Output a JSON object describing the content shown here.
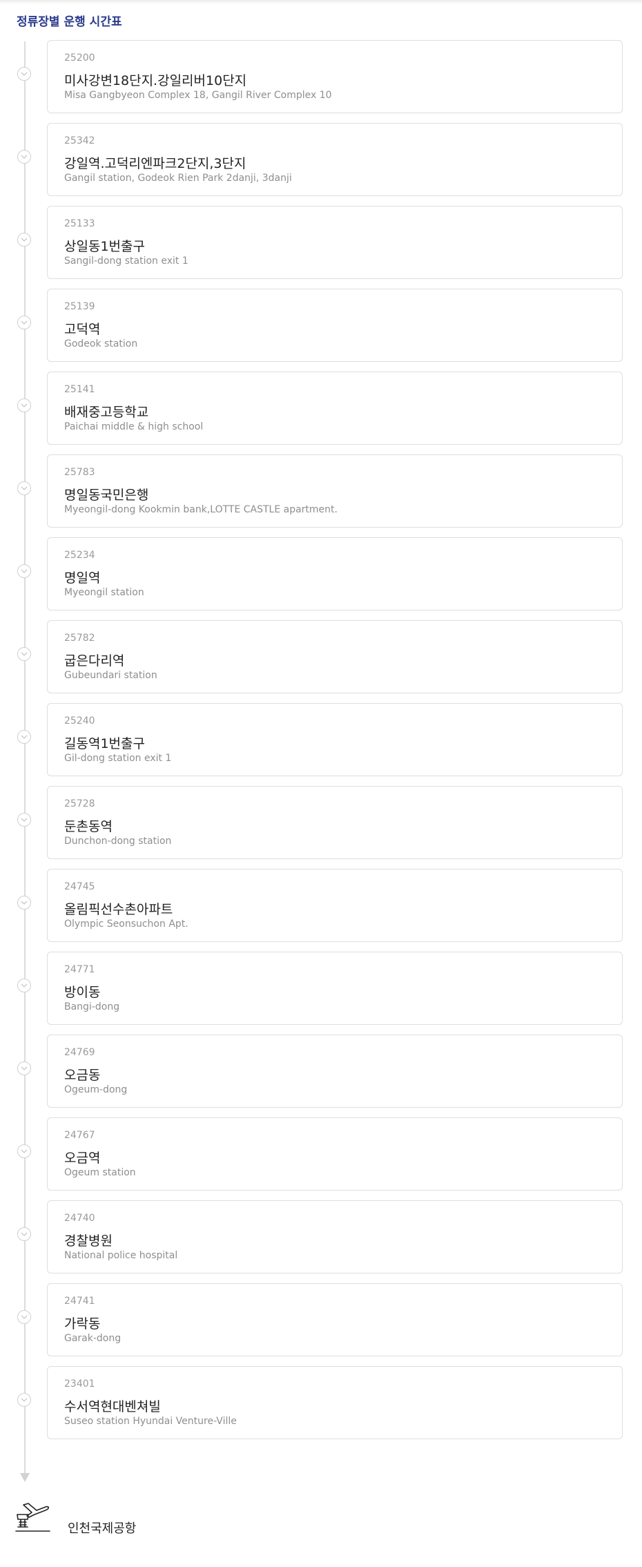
{
  "section": {
    "title": "정류장별 운행 시간표"
  },
  "stops": [
    {
      "id": "25200",
      "name": "미사강변18단지.강일리버10단지",
      "name_en": "Misa Gangbyeon Complex 18, Gangil River Complex 10"
    },
    {
      "id": "25342",
      "name": "강일역.고덕리엔파크2단지,3단지",
      "name_en": "Gangil station, Godeok Rien Park 2danji, 3danji"
    },
    {
      "id": "25133",
      "name": "상일동1번출구",
      "name_en": "Sangil-dong station exit 1"
    },
    {
      "id": "25139",
      "name": "고덕역",
      "name_en": "Godeok station"
    },
    {
      "id": "25141",
      "name": "배재중고등학교",
      "name_en": "Paichai middle & high school"
    },
    {
      "id": "25783",
      "name": "명일동국민은행",
      "name_en": "Myeongil-dong Kookmin bank,LOTTE CASTLE apartment."
    },
    {
      "id": "25234",
      "name": "명일역",
      "name_en": "Myeongil station"
    },
    {
      "id": "25782",
      "name": "굽은다리역",
      "name_en": "Gubeundari station"
    },
    {
      "id": "25240",
      "name": "길동역1번출구",
      "name_en": "Gil-dong station exit 1"
    },
    {
      "id": "25728",
      "name": "둔촌동역",
      "name_en": "Dunchon-dong station"
    },
    {
      "id": "24745",
      "name": "올림픽선수촌아파트",
      "name_en": "Olympic Seonsuchon Apt."
    },
    {
      "id": "24771",
      "name": "방이동",
      "name_en": "Bangi-dong"
    },
    {
      "id": "24769",
      "name": "오금동",
      "name_en": "Ogeum-dong"
    },
    {
      "id": "24767",
      "name": "오금역",
      "name_en": "Ogeum station"
    },
    {
      "id": "24740",
      "name": "경찰병원",
      "name_en": "National police hospital"
    },
    {
      "id": "24741",
      "name": "가락동",
      "name_en": "Garak-dong"
    },
    {
      "id": "23401",
      "name": "수서역현대벤쳐빌",
      "name_en": "Suseo station Hyundai Venture-Ville"
    }
  ],
  "destination": {
    "name": "인천국제공항",
    "icon": "airplane-departure-icon"
  },
  "colors": {
    "title": "#2b3a8c",
    "timeline": "#dcdcdc",
    "card_border": "#dedede"
  }
}
